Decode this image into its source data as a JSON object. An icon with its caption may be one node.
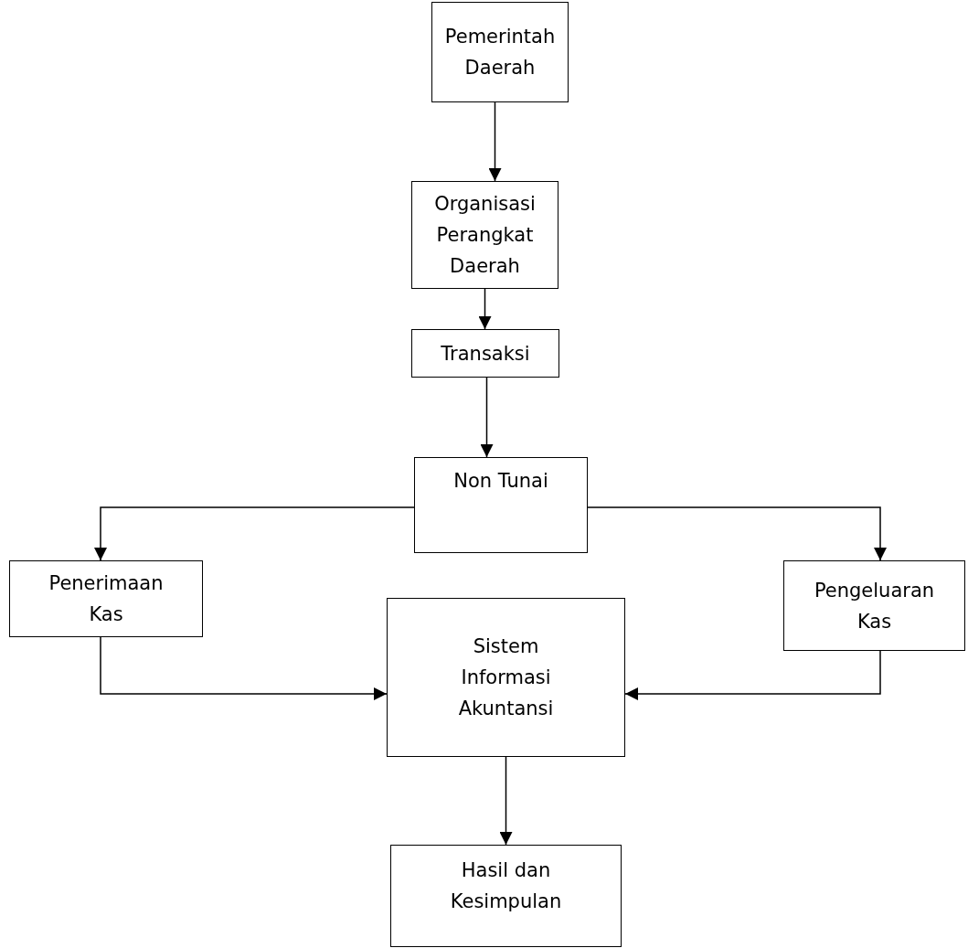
{
  "diagram": {
    "nodes": [
      {
        "text": [
          "Pemerintah Daerah"
        ]
      },
      {
        "text": [
          "Organisasi Perangkat Daerah"
        ]
      },
      {
        "text": [
          "Transaksi"
        ]
      },
      {
        "text": [
          "Non Tunai"
        ]
      },
      {
        "text": [
          "Penerimaan Kas"
        ]
      },
      {
        "text": [
          "Pengeluaran Kas"
        ]
      },
      {
        "text": [
          "Sistem Informasi Akuntansi"
        ]
      },
      {
        "text": [
          "Hasil dan Kesimpulan"
        ]
      }
    ],
    "edges": [
      {
        "from": 0,
        "to": 1,
        "arrow": "to"
      },
      {
        "from": 1,
        "to": 2,
        "arrow": "to"
      },
      {
        "from": 2,
        "to": 3,
        "arrow": "to"
      },
      {
        "from": 3,
        "to": 4,
        "arrow": "to"
      },
      {
        "from": 3,
        "to": 5,
        "arrow": "to"
      },
      {
        "from": 4,
        "to": 6,
        "arrow": "to"
      },
      {
        "from": 5,
        "to": 6,
        "arrow": "to"
      },
      {
        "from": 6,
        "to": 7,
        "arrow": "to"
      }
    ]
  }
}
